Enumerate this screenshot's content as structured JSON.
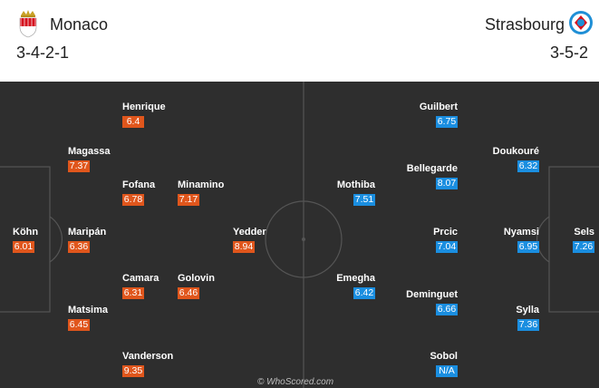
{
  "home": {
    "name": "Monaco",
    "formation": "3-4-2-1",
    "rating_color": "#e0561c",
    "crest_icon": "monaco-crest-icon",
    "players": [
      {
        "name": "Köhn",
        "rating": "6.01"
      },
      {
        "name": "Magassa",
        "rating": "7.37"
      },
      {
        "name": "Maripán",
        "rating": "6.36"
      },
      {
        "name": "Matsima",
        "rating": "6.45"
      },
      {
        "name": "Henrique",
        "rating": "6.4"
      },
      {
        "name": "Fofana",
        "rating": "6.78"
      },
      {
        "name": "Camara",
        "rating": "6.31"
      },
      {
        "name": "Vanderson",
        "rating": "9.35"
      },
      {
        "name": "Minamino",
        "rating": "7.17"
      },
      {
        "name": "Golovin",
        "rating": "6.46"
      },
      {
        "name": "Yedder",
        "rating": "8.94"
      }
    ]
  },
  "away": {
    "name": "Strasbourg",
    "formation": "3-5-2",
    "rating_color": "#1a8ee0",
    "crest_icon": "strasbourg-crest-icon",
    "players": [
      {
        "name": "Sels",
        "rating": "7.26"
      },
      {
        "name": "Doukouré",
        "rating": "6.32"
      },
      {
        "name": "Nyamsi",
        "rating": "6.95"
      },
      {
        "name": "Sylla",
        "rating": "7.36"
      },
      {
        "name": "Guilbert",
        "rating": "6.75"
      },
      {
        "name": "Bellegarde",
        "rating": "8.07"
      },
      {
        "name": "Prcic",
        "rating": "7.04"
      },
      {
        "name": "Deminguet",
        "rating": "6.66"
      },
      {
        "name": "Sobol",
        "rating": "N/A"
      },
      {
        "name": "Mothiba",
        "rating": "7.51"
      },
      {
        "name": "Emegha",
        "rating": "6.42"
      }
    ]
  },
  "watermark": "© WhoScored.com"
}
